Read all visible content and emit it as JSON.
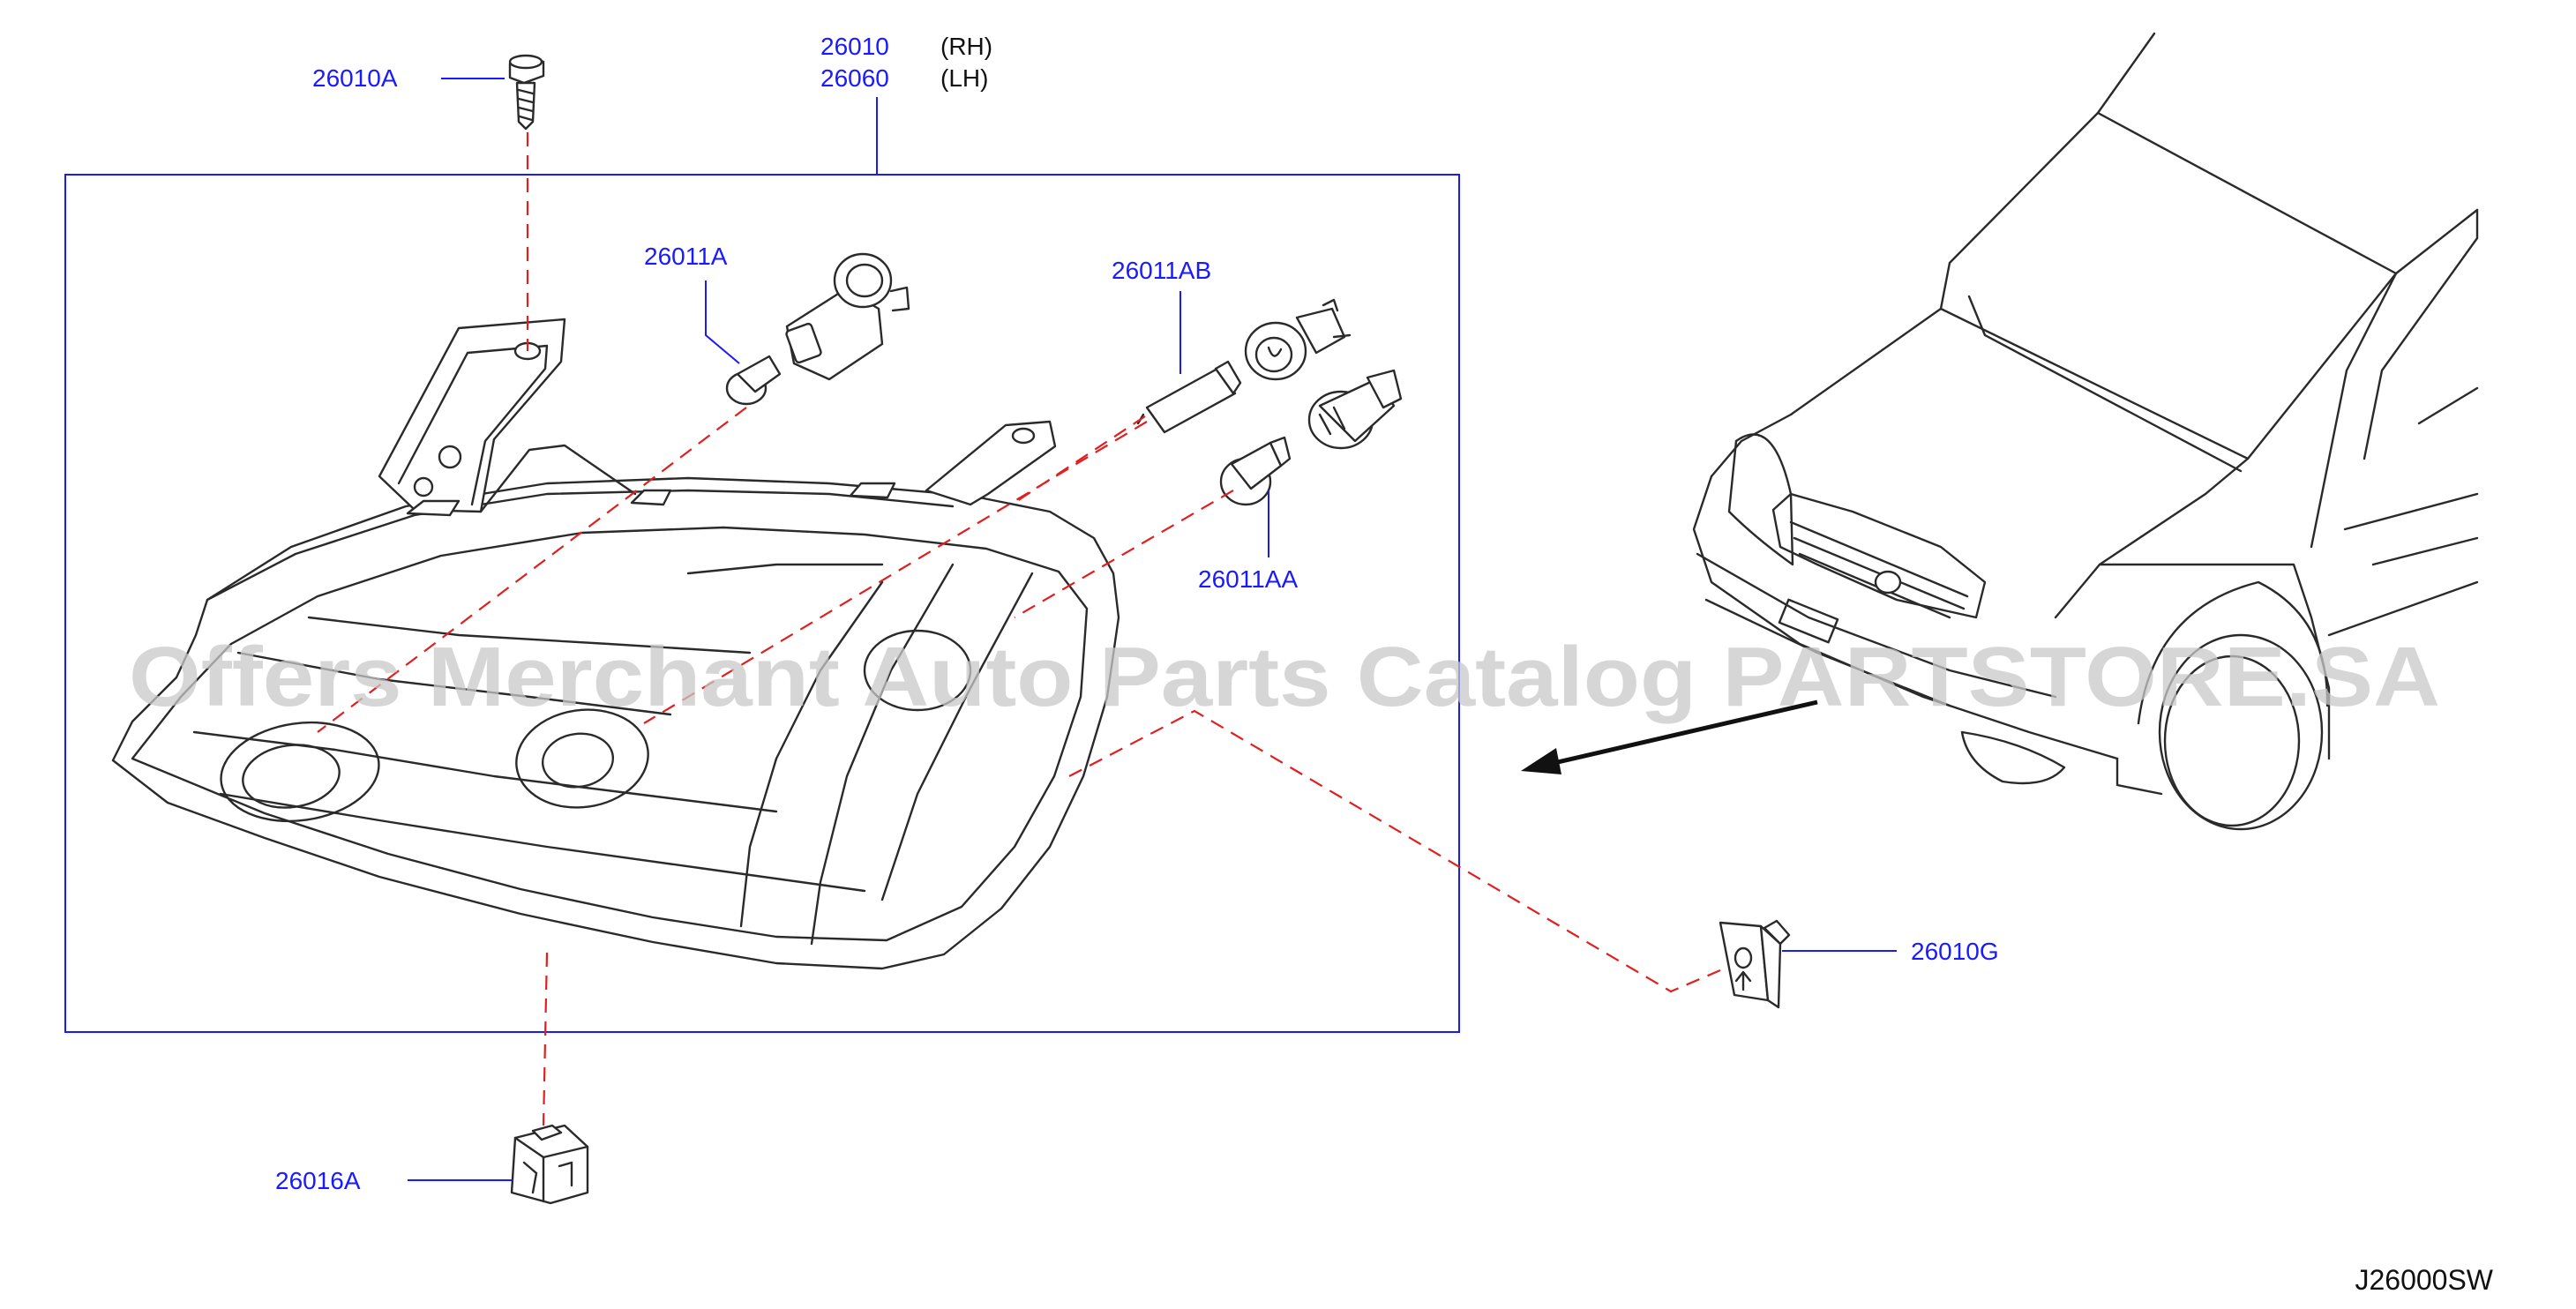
{
  "diagram": {
    "labels": {
      "p26010": "26010",
      "p26010_side": "(RH)",
      "p26060": "26060",
      "p26060_side": "(LH)",
      "p26010A": "26010A",
      "p26011A": "26011A",
      "p26011AB": "26011AB",
      "p26011AA": "26011AA",
      "p26010G": "26010G",
      "p26016A": "26016A"
    },
    "drawing_code": "J26000SW",
    "watermark": "Offers Merchant Auto Parts Catalog PARTSTORE.SA",
    "colors": {
      "label": "#1a1aff",
      "leader": "#1a1aff",
      "dashed_line": "#e02020",
      "linework": "#2a2a2a",
      "watermark": "#c8c8c8"
    }
  }
}
